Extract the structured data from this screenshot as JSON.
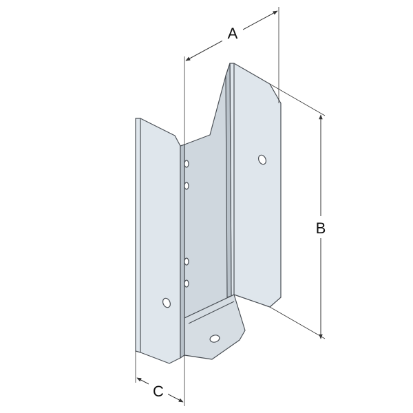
{
  "dimensions": {
    "a_label": "A",
    "b_label": "B",
    "c_label": "C"
  },
  "colors": {
    "face_light": "#dfe6ec",
    "face_mid": "#cfd7de",
    "face_dark": "#b9c2ca",
    "edge": "#4a4f55",
    "dimension": "#333333"
  }
}
